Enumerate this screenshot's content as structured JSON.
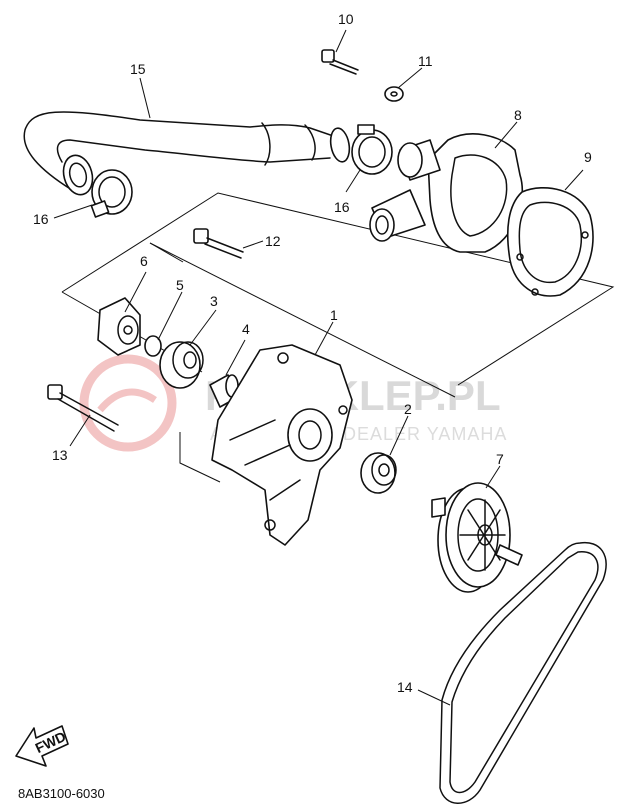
{
  "diagram_code": "8AB3100-6030",
  "fwd_label": "FWD",
  "watermark": {
    "title": "KAMSKLEP.PL",
    "subtitle": "AUTHORIZED DEALER YAMAHA",
    "accent_color": "#f3c4c4"
  },
  "callouts": [
    "1",
    "2",
    "3",
    "4",
    "5",
    "6",
    "7",
    "8",
    "9",
    "10",
    "11",
    "12",
    "13",
    "14",
    "15",
    "16",
    "16"
  ],
  "colors": {
    "line": "#111111",
    "background": "#ffffff"
  }
}
